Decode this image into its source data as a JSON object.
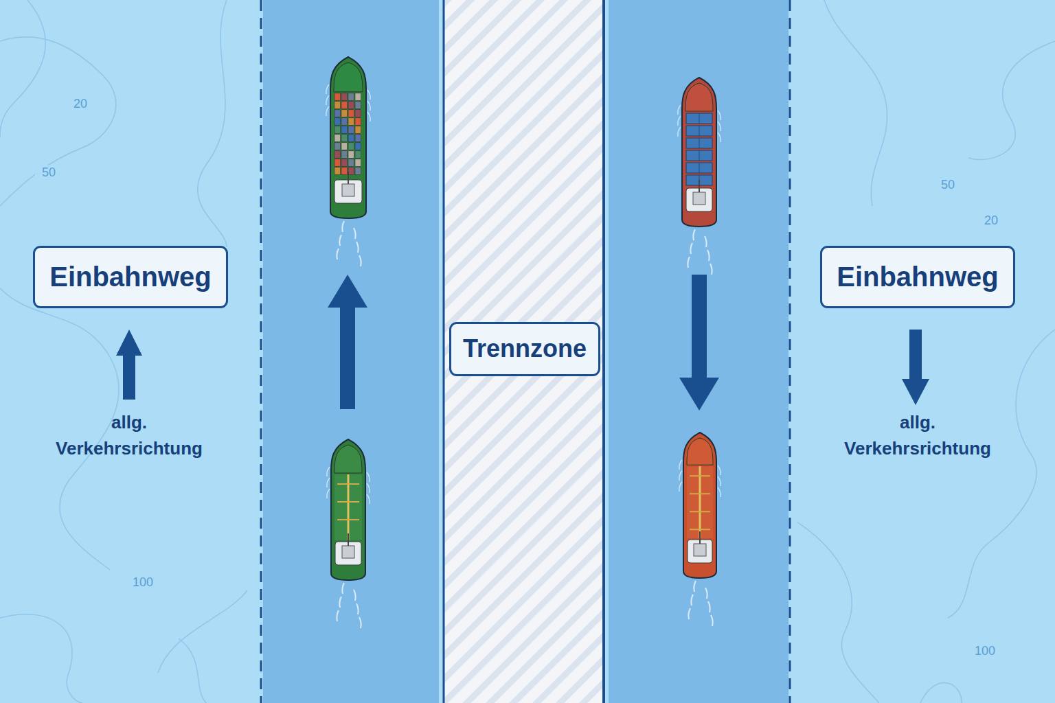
{
  "diagram": {
    "nodes": [
      {
        "text": [
          "Einbahnweg"
        ]
      },
      {
        "text": [
          "Trennzone"
        ]
      },
      {
        "text": [
          "Einbahnweg"
        ]
      }
    ],
    "labels": [
      "20",
      "50",
      "allg. Verkehrsrichtung",
      "100",
      "50",
      "20",
      "allg. Verkehrsrichtung",
      "100"
    ]
  }
}
